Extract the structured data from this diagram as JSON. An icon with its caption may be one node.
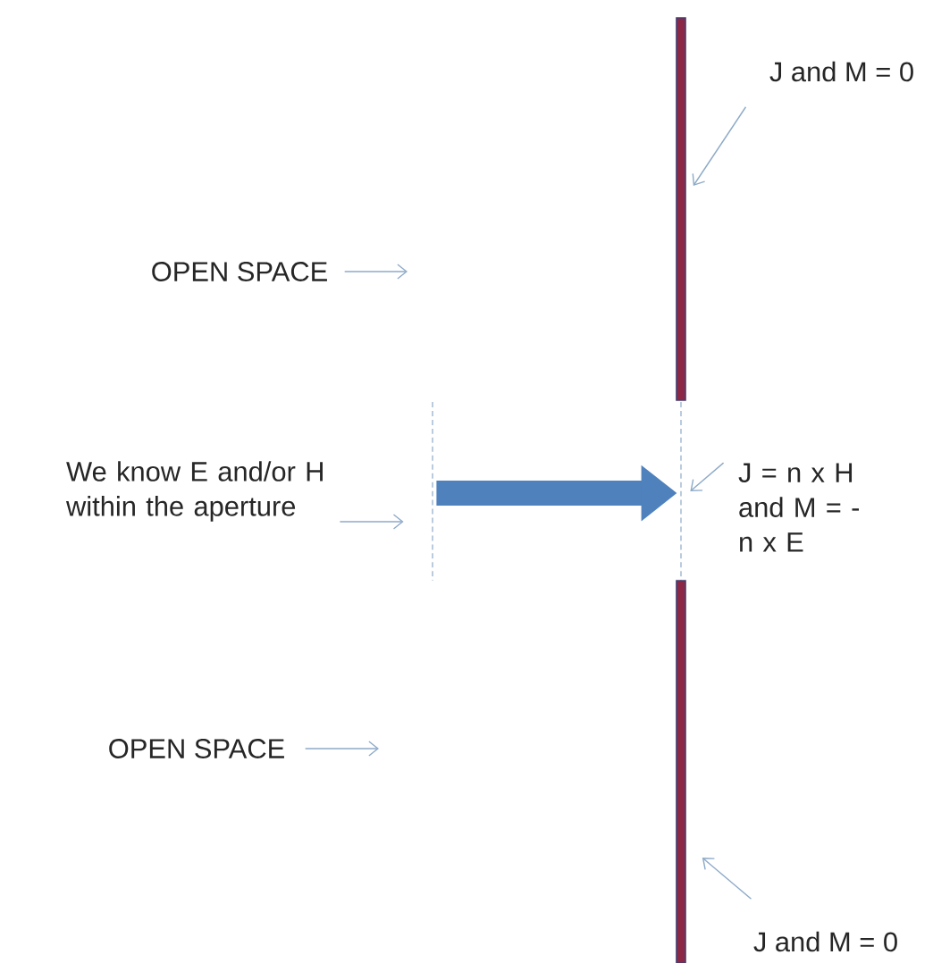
{
  "diagram": {
    "nodes": [
      {
        "text": [
          "J and M = 0"
        ]
      },
      {
        "text": [],
        "shape": "bar"
      },
      {
        "text": [
          "OPEN SPACE"
        ]
      },
      {
        "text": [
          "We know E and/or H within the aperture"
        ]
      },
      {
        "text": [],
        "shape": "line"
      },
      {
        "text": [],
        "shape": "line"
      },
      {
        "text": [
          "J = n x H and M = - n x E"
        ]
      },
      {
        "text": [
          "OPEN SPACE"
        ]
      },
      {
        "text": [],
        "shape": "bar"
      },
      {
        "text": [
          "J and M = 0"
        ]
      }
    ],
    "edges": [
      {
        "from": 0,
        "to": 1,
        "arrow": "to"
      },
      {
        "from": 2,
        "to": null,
        "arrow": "to"
      },
      {
        "from": 3,
        "to": 4,
        "arrow": "to"
      },
      {
        "from": 4,
        "to": 5,
        "arrow": "to",
        "style": "thick",
        "color": "#4f81bd"
      },
      {
        "from": 6,
        "to": 5,
        "arrow": "to"
      },
      {
        "from": 7,
        "to": null,
        "arrow": "to"
      },
      {
        "from": 9,
        "to": 8,
        "arrow": "to"
      }
    ]
  }
}
